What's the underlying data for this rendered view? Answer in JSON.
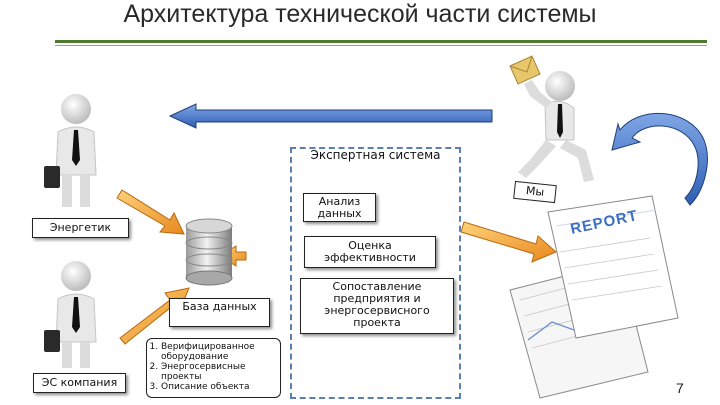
{
  "title": "Архитектура технической части системы",
  "page_number": "7",
  "actors": {
    "energetik": "Энергетик",
    "es_company": "ЭС компания",
    "we": "Мы"
  },
  "database_label": "База данных",
  "expert_system": {
    "title": "Экспертная система",
    "blocks": {
      "analysis": "Анализ данных",
      "evaluation": "Оценка эффективности",
      "comparison": "Сопоставление предприятия и энергосервисного проекта"
    }
  },
  "database_contents": [
    "Верифицированное оборудование",
    "Энергосервисные проекты",
    "Описание объекта"
  ],
  "report_word": "REPORT",
  "colors": {
    "title_rule": "#4e7a32",
    "arrow_blue": "#3c6fc2",
    "arrow_orange": "#f0a030",
    "dashed_border": "#5b7fb0"
  }
}
